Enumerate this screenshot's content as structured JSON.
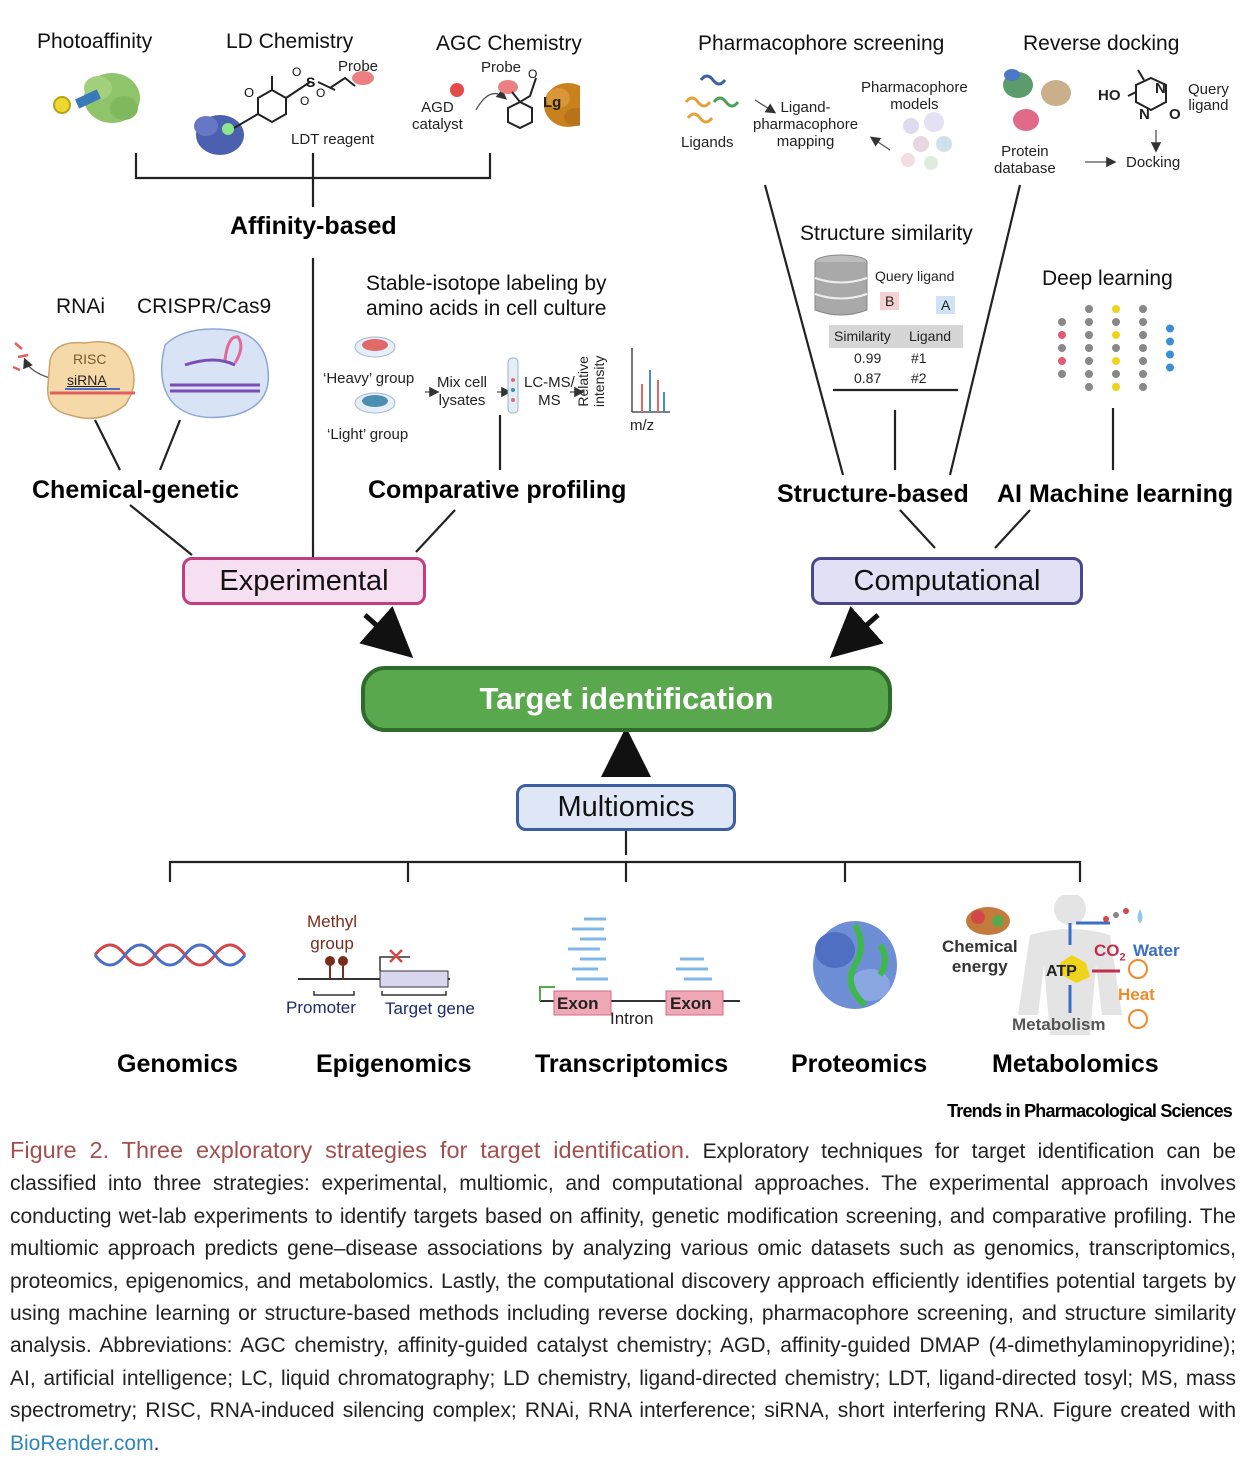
{
  "figure": {
    "experimental": {
      "label": "Experimental",
      "affinity": {
        "label": "Affinity-based",
        "photoaffinity": "Photoaffinity",
        "ld_chemistry": "LD Chemistry",
        "agc_chemistry": "AGC Chemistry",
        "probe_ld": "Probe",
        "ldt_reagent": "LDT reagent",
        "probe_agc": "Probe",
        "agd_catalyst": "AGD\ncatalyst",
        "lg": "Lg"
      },
      "chemical_genetic": {
        "label": "Chemical-genetic",
        "rnai": "RNAi",
        "crispr": "CRISPR/Cas9",
        "risc": "RISC",
        "sirna": "siRNA"
      },
      "comparative": {
        "label": "Comparative profiling",
        "silac_title": "Stable-isotope labeling by\namino acids in cell culture",
        "heavy": "‘Heavy’ group",
        "light": "‘Light’ group",
        "mix": "Mix cell\nlysates",
        "lcms": "LC-MS/\nMS",
        "rel_int": "Relative\nintensity",
        "mz": "m/z"
      }
    },
    "computational": {
      "label": "Computational",
      "structure_based": {
        "label": "Structure-based",
        "pharmacophore": "Pharmacophore screening",
        "ligands": "Ligands",
        "mapping": "Ligand-\npharmacophore\nmapping",
        "models": "Pharmacophore\nmodels",
        "reverse_docking": "Reverse docking",
        "ho": "HO",
        "n1": "N",
        "n2": "N",
        "o": "O",
        "query_ligand_dock": "Query\nligand",
        "protein_db": "Protein\ndatabase",
        "docking": "Docking",
        "similarity_title": "Structure similarity",
        "query_ligand": "Query ligand",
        "b": "B",
        "a": "A",
        "table_headers": [
          "Similarity",
          "Ligand"
        ],
        "table_rows": [
          [
            "0.99",
            "#1"
          ],
          [
            "0.87",
            "#2"
          ]
        ]
      },
      "ai": {
        "label": "AI Machine learning",
        "deep_learning": "Deep learning"
      }
    },
    "center": {
      "label": "Target identification"
    },
    "multiomics": {
      "label": "Multiomics",
      "genomics": "Genomics",
      "epigenomics": "Epigenomics",
      "methyl_group": "Methyl\ngroup",
      "promoter": "Promoter",
      "target_gene": "Target gene",
      "transcriptomics": "Transcriptomics",
      "exon1": "Exon",
      "exon2": "Exon",
      "intron": "Intron",
      "proteomics": "Proteomics",
      "metabolomics": "Metabolomics",
      "chem_energy": "Chemical\nenergy",
      "atp": "ATP",
      "co2": "CO",
      "co2_sub": "2",
      "water": "Water",
      "heat": "Heat",
      "metabolism": "Metabolism"
    },
    "colors": {
      "experimental_fill": "#f6dff0",
      "experimental_border": "#c0407e",
      "computational_fill": "#e2e0f5",
      "computational_border": "#4a4690",
      "target_fill": "#5aa84e",
      "target_border": "#2f6b2a",
      "multiomics_fill": "#dfe6f6",
      "multiomics_border": "#3a5fa3"
    }
  },
  "journal": "Trends in Pharmacological Sciences",
  "caption": {
    "title": "Figure 2. Three exploratory strategies for target identification.",
    "body": " Exploratory techniques for target identification can be classified into three strategies: experimental, multiomic, and computational approaches. The experimental approach involves conducting wet-lab experiments to identify targets based on affinity, genetic modification screening, and comparative profiling. The multiomic approach predicts gene–disease associations by analyzing various omic datasets such as genomics, transcriptomics, proteomics, epigenomics, and metabolomics. Lastly, the computational discovery approach efficiently identifies potential targets by using machine learning or structure-based methods including reverse docking, pharmacophore screening, and structure similarity analysis. Abbreviations: AGC chemistry, affinity-guided catalyst chemistry; AGD, affinity-guided DMAP (4-dimethylaminopyridine); AI, artificial intelligence; LC, liquid chromatography; LD chemistry, ligand-directed chemistry; LDT, ligand-directed tosyl; MS, mass spectrometry; RISC, RNA-induced silencing complex; RNAi, RNA interference; siRNA, short interfering RNA. Figure created with ",
    "link": "BioRender.com",
    "end": "."
  }
}
